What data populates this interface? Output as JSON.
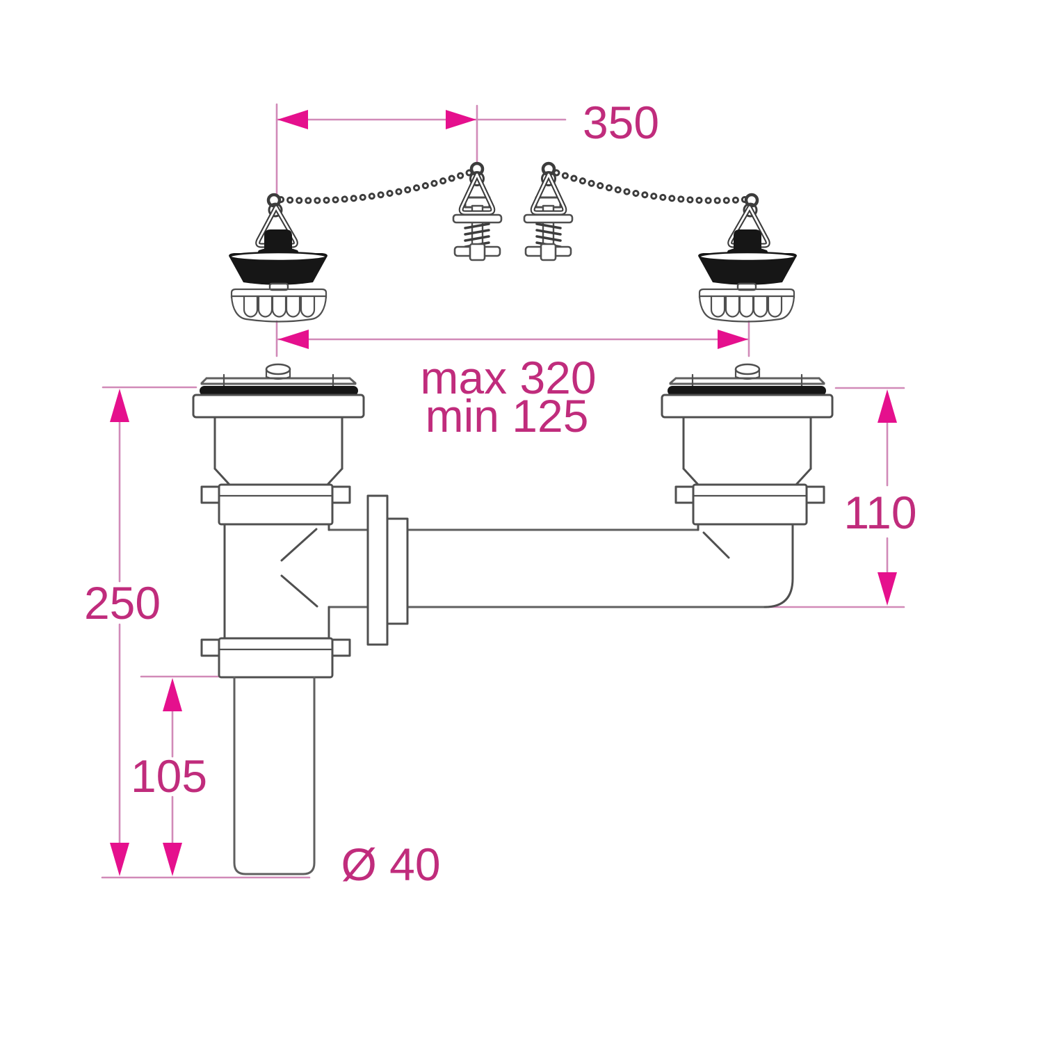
{
  "diagram": {
    "kind": "sink-waste-kit-dimensional-drawing",
    "labels": {
      "chain_length": "350",
      "centres_max": "max 320",
      "centres_min": "min 125",
      "outlet_drop": "110",
      "overall_drop": "250",
      "tailpiece_length": "105",
      "pipe_diameter": "Ø 40"
    },
    "colors": {
      "arrow_accent": "#e5108d",
      "dimension_line": "#d18ab8",
      "dimension_text": "#c02c7c",
      "linework": "#4f4f4f",
      "solid_fill": "#161616",
      "background": "#ffffff"
    }
  }
}
